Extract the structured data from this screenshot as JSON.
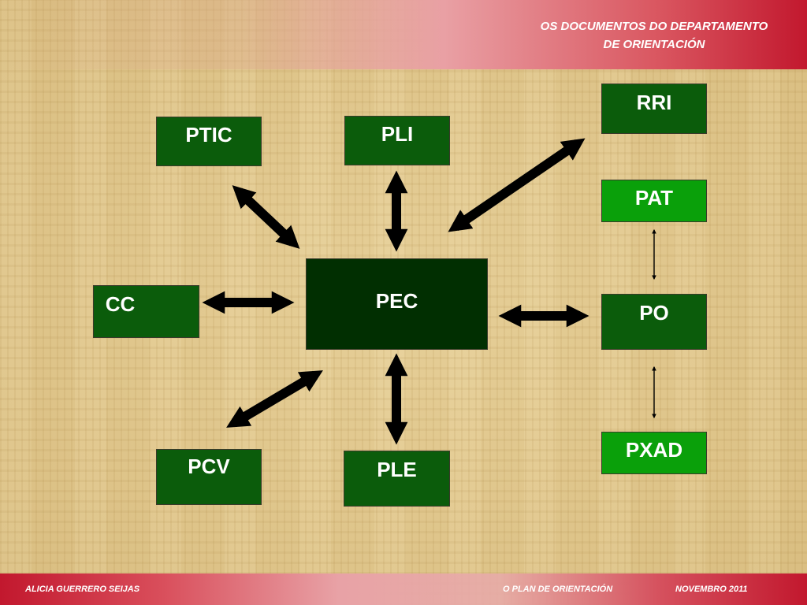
{
  "header": {
    "title_line1": "OS DOCUMENTOS DO DEPARTAMENTO",
    "title_line2": "DE ORIENTACIÓN"
  },
  "footer": {
    "author": "ALICIA GUERRERO  SEIJAS",
    "topic": "O PLAN DE ORIENTACIÓN",
    "date": "NOVEMBRO 2011"
  },
  "diagram": {
    "center": "PEC",
    "nodes": {
      "ptic": "PTIC",
      "pli": "PLI",
      "rri": "RRI",
      "pat": "PAT",
      "cc": "CC",
      "po": "PO",
      "pcv": "PCV",
      "ple": "PLE",
      "pxad": "PXAD"
    }
  },
  "colors": {
    "node_dark": "#0b5c0b",
    "node_light": "#0aa00a",
    "node_center": "#012f01",
    "header_red": "#c2182e"
  }
}
